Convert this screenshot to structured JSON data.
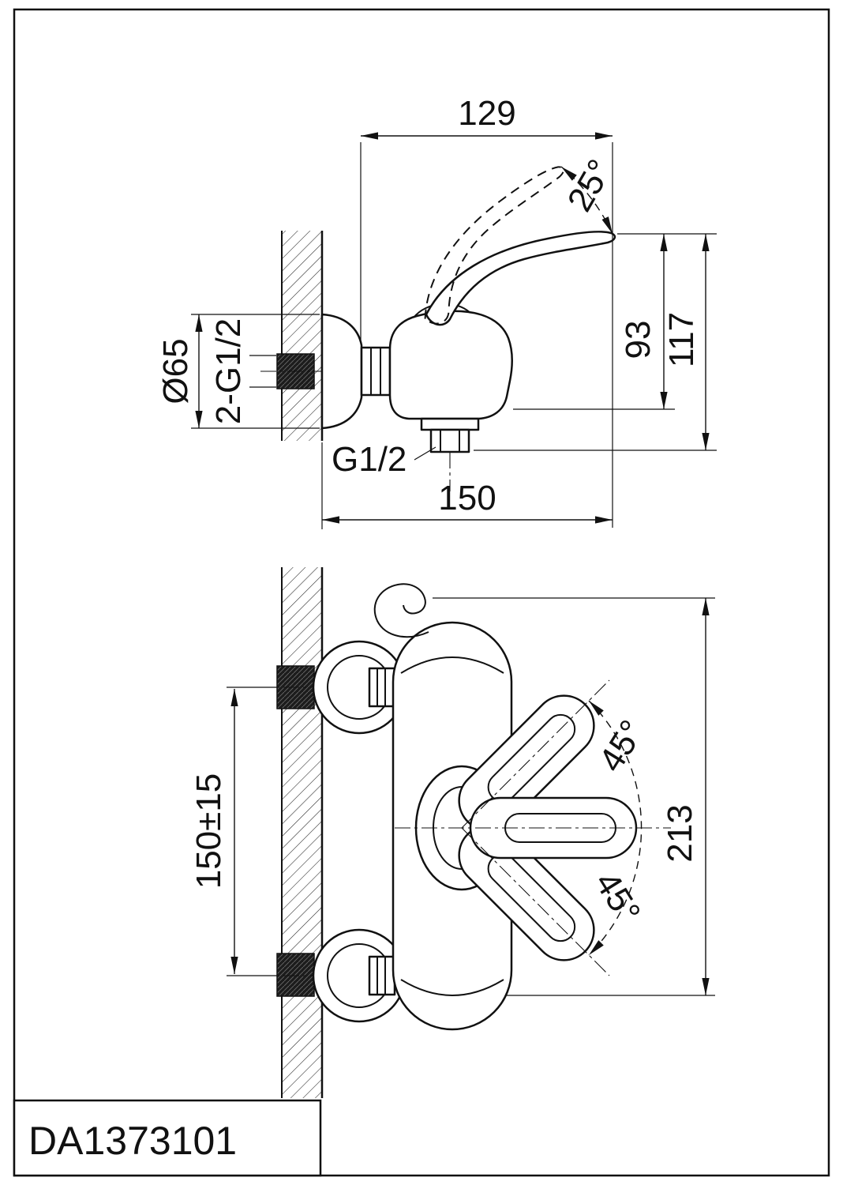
{
  "drawing": {
    "model": "DA1373101",
    "side_view": {
      "dim_width_top": "129",
      "dim_handle_angle": "25°",
      "dim_flange_diameter": "Ø65",
      "dim_wall_thread": "2-G1/2",
      "dim_outlet_thread": "G1/2",
      "dim_height_body": "93",
      "dim_height_total": "117",
      "dim_depth": "150"
    },
    "front_view": {
      "dim_inlet_spacing": "150±15",
      "dim_swing_upper": "45°",
      "dim_swing_lower": "45°",
      "dim_height_overall": "213"
    },
    "colors": {
      "line": "#111111",
      "background": "#ffffff"
    }
  }
}
